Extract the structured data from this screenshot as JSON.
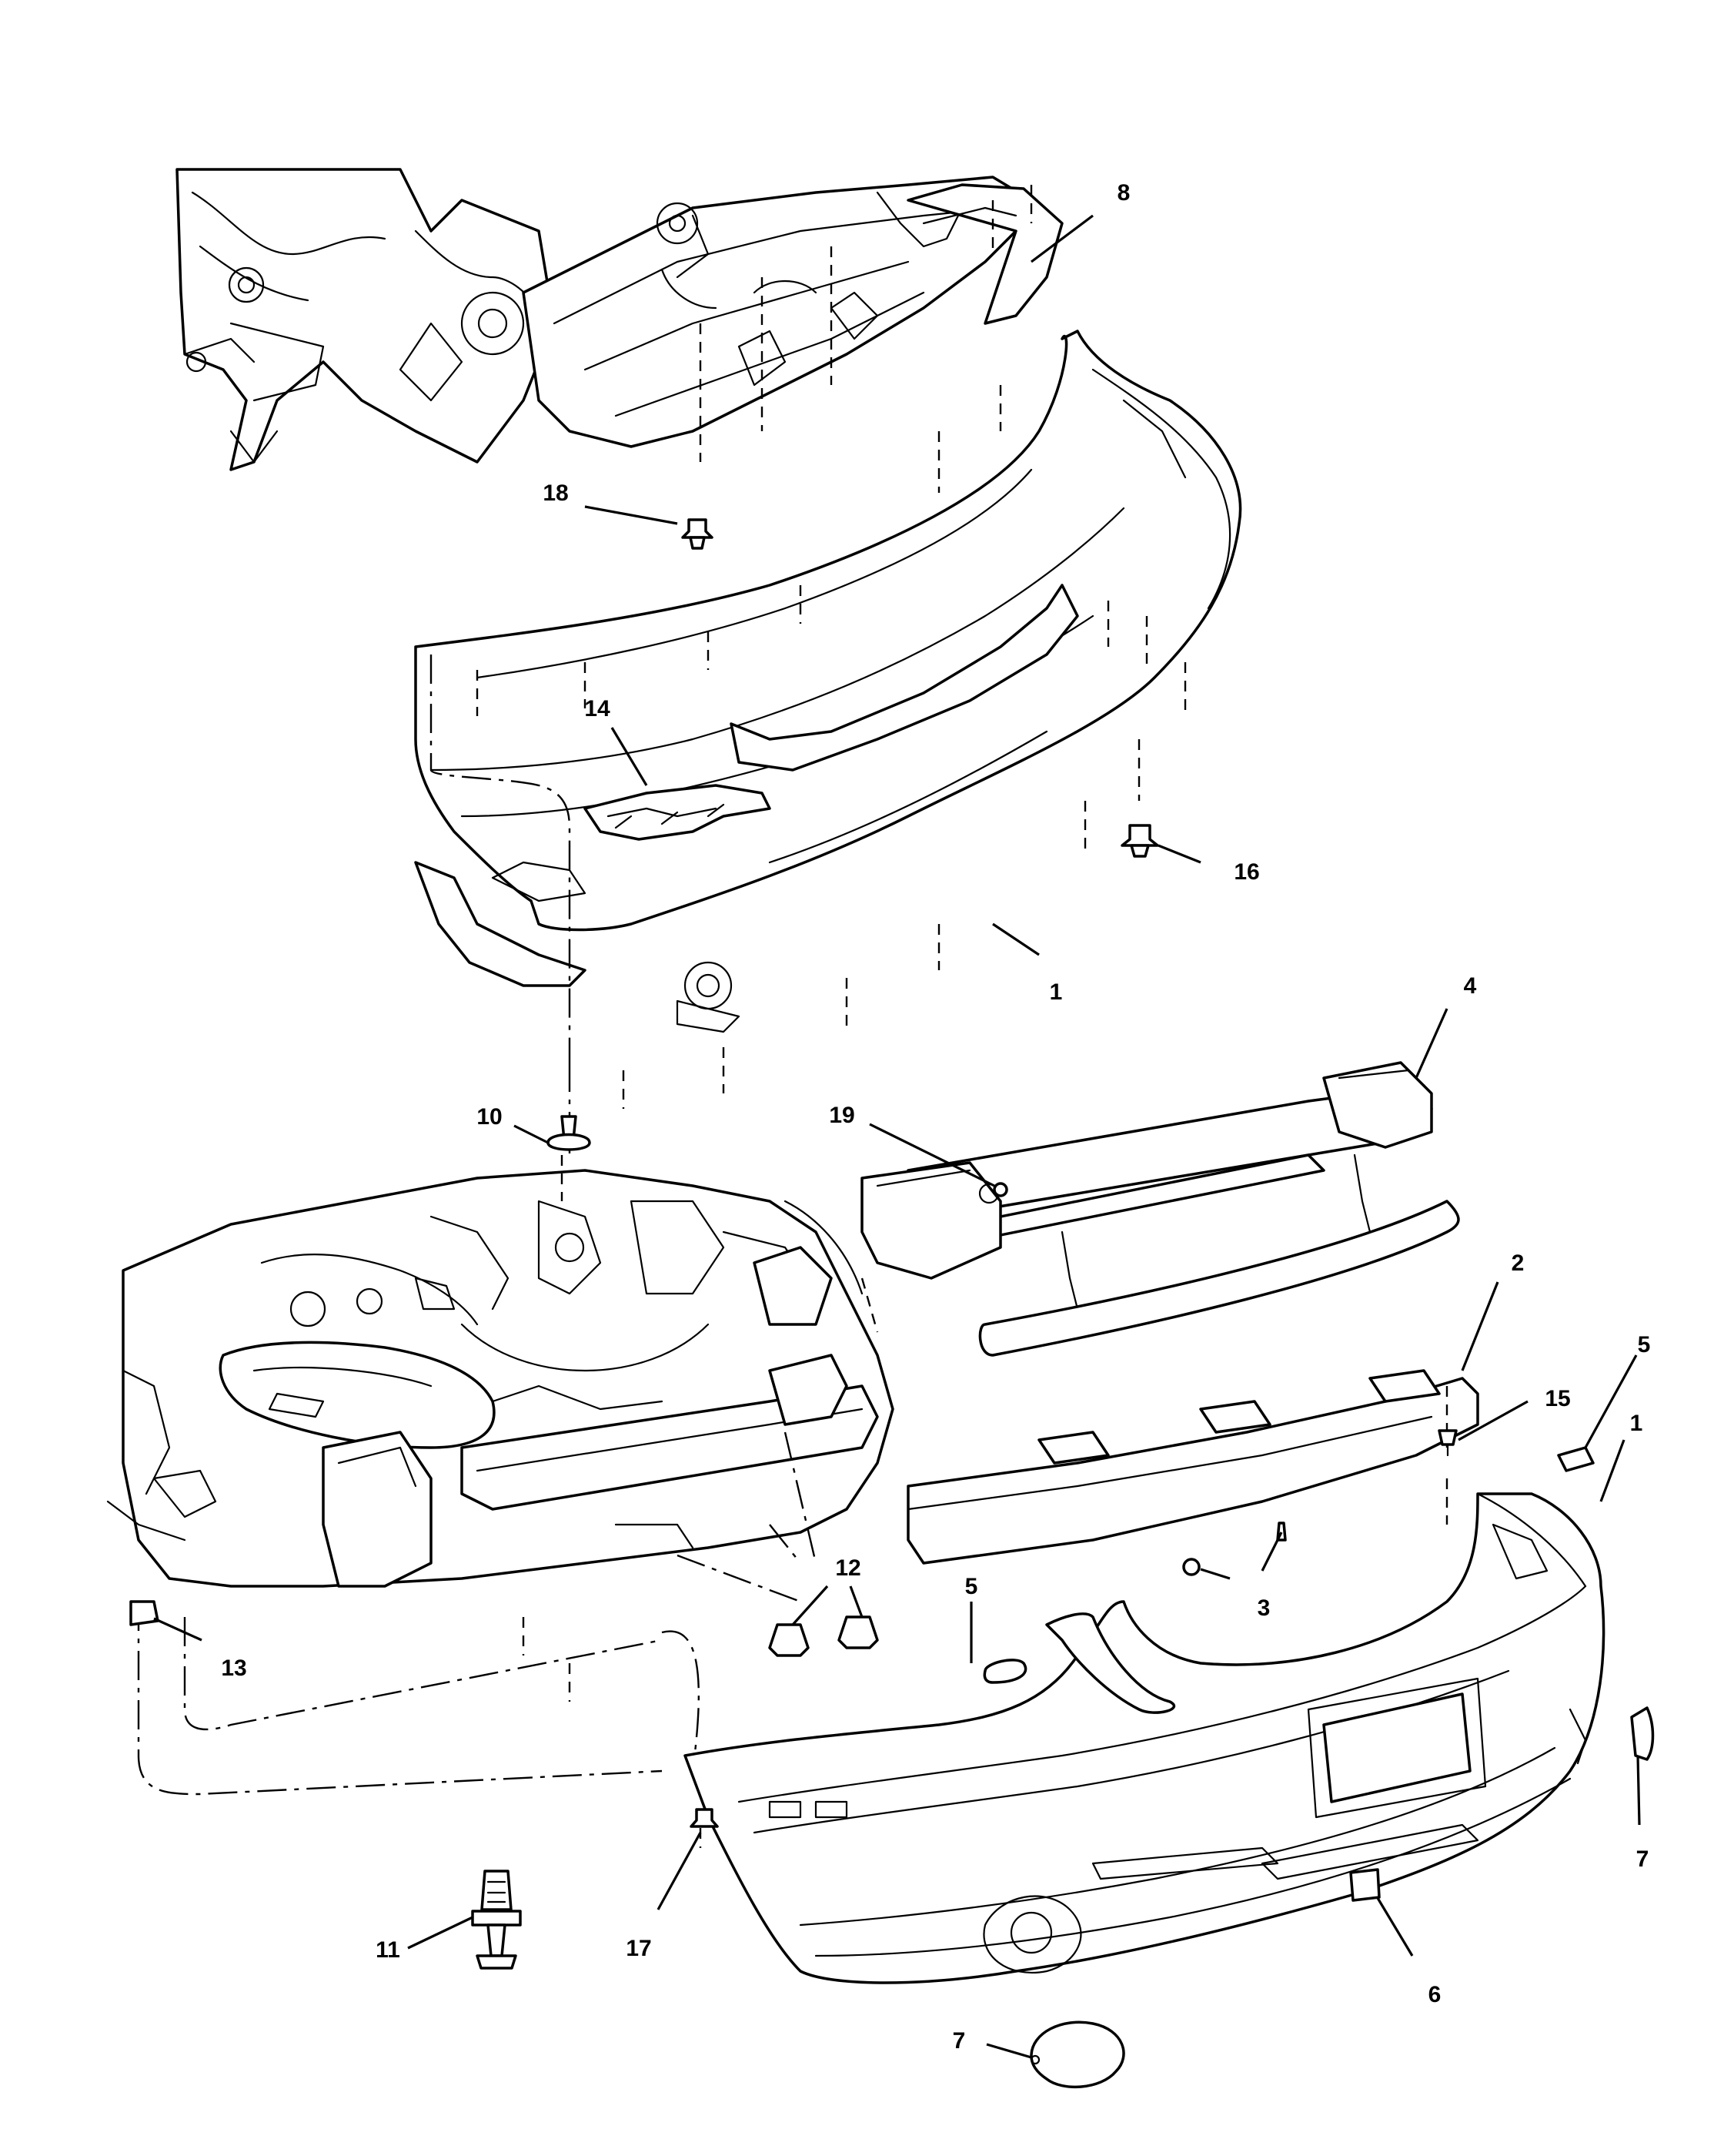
{
  "callouts": [
    {
      "id": "c8",
      "label": "8"
    },
    {
      "id": "c18",
      "label": "18"
    },
    {
      "id": "c14",
      "label": "14"
    },
    {
      "id": "c16",
      "label": "16"
    },
    {
      "id": "c1a",
      "label": "1"
    },
    {
      "id": "c4",
      "label": "4"
    },
    {
      "id": "c10",
      "label": "10"
    },
    {
      "id": "c19",
      "label": "19"
    },
    {
      "id": "c2",
      "label": "2"
    },
    {
      "id": "c5a",
      "label": "5"
    },
    {
      "id": "c15",
      "label": "15"
    },
    {
      "id": "c1b",
      "label": "1"
    },
    {
      "id": "c3",
      "label": "3"
    },
    {
      "id": "c12",
      "label": "12"
    },
    {
      "id": "c5b",
      "label": "5"
    },
    {
      "id": "c13",
      "label": "13"
    },
    {
      "id": "c7a",
      "label": "7"
    },
    {
      "id": "c11",
      "label": "11"
    },
    {
      "id": "c17",
      "label": "17"
    },
    {
      "id": "c6",
      "label": "6"
    },
    {
      "id": "c7b",
      "label": "7"
    }
  ]
}
